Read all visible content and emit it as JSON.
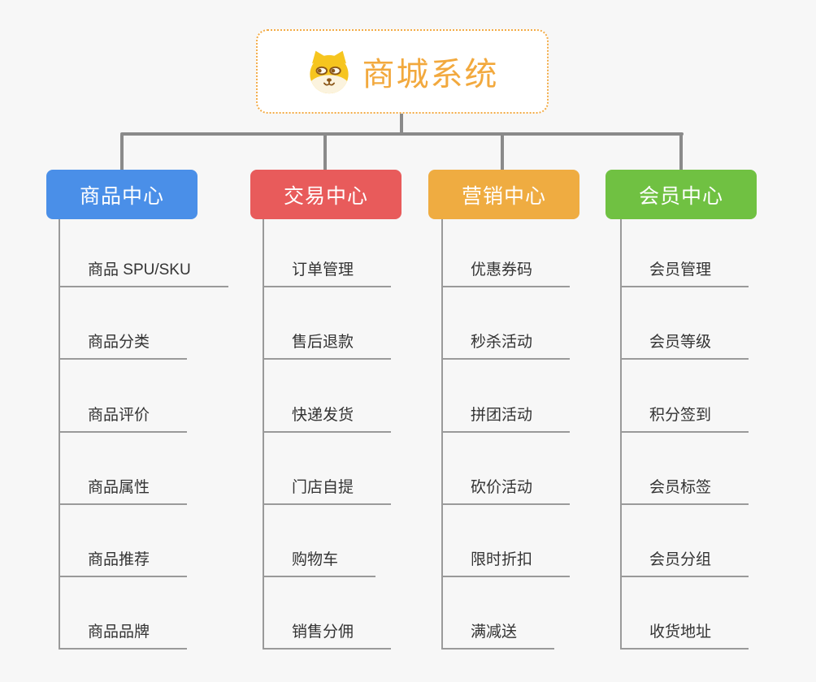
{
  "root": {
    "title": "商城系统",
    "icon": "dog-icon"
  },
  "branches": [
    {
      "label": "商品中心",
      "color": "#4a8fe8",
      "children": [
        "商品 SPU/SKU",
        "商品分类",
        "商品评价",
        "商品属性",
        "商品推荐",
        "商品品牌"
      ]
    },
    {
      "label": "交易中心",
      "color": "#e85b5b",
      "children": [
        "订单管理",
        "售后退款",
        "快递发货",
        "门店自提",
        "购物车",
        "销售分佣"
      ]
    },
    {
      "label": "营销中心",
      "color": "#efac41",
      "children": [
        "优惠券码",
        "秒杀活动",
        "拼团活动",
        "砍价活动",
        "限时折扣",
        "满减送"
      ]
    },
    {
      "label": "会员中心",
      "color": "#70c142",
      "children": [
        "会员管理",
        "会员等级",
        "积分签到",
        "会员标签",
        "会员分组",
        "收货地址"
      ]
    }
  ],
  "colors": {
    "background": "#f7f7f7",
    "root_border": "#f3ab45",
    "root_title": "#f2a93e",
    "connector": "#8a8a8a",
    "leaf_line": "#9a9a9a",
    "leaf_text": "#333333",
    "branch_blue": "#4a8fe8",
    "branch_red": "#e85b5b",
    "branch_amber": "#efac41",
    "branch_green": "#70c142"
  }
}
